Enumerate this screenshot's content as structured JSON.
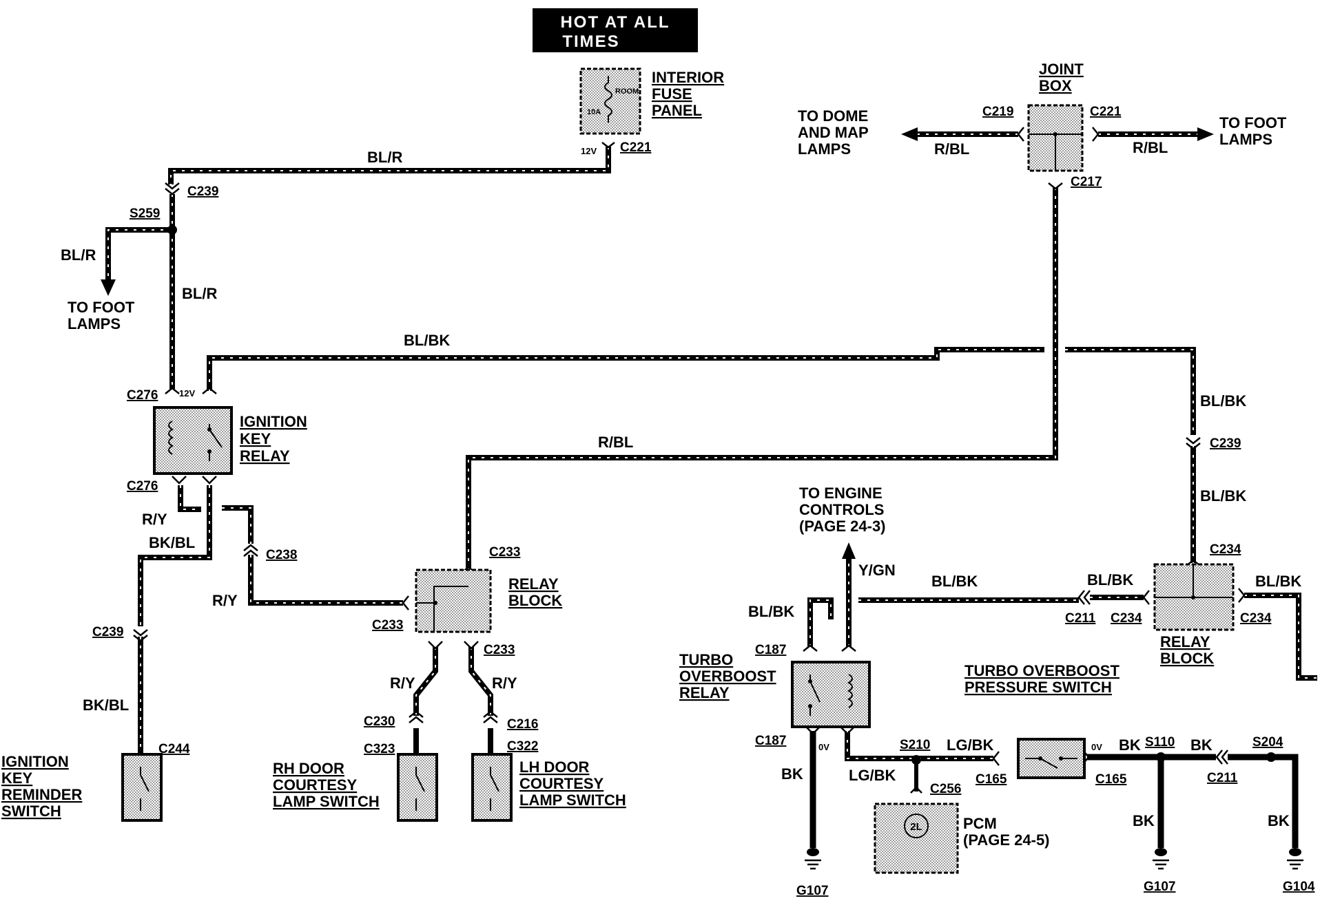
{
  "banner": {
    "line1": "HOT AT ALL",
    "line2": "TIMES"
  },
  "components": {
    "interior_fuse_panel": {
      "lines": [
        "INTERIOR",
        "FUSE",
        "PANEL"
      ],
      "fuse_name": "ROOM",
      "fuse_rating": "10A"
    },
    "joint_box": {
      "lines": [
        "JOINT",
        "BOX"
      ]
    },
    "ignition_key_relay": {
      "lines": [
        "IGNITION",
        "KEY",
        "RELAY"
      ]
    },
    "relay_block_left": {
      "lines": [
        "RELAY",
        "BLOCK"
      ]
    },
    "relay_block_right": {
      "lines": [
        "RELAY",
        "BLOCK"
      ]
    },
    "turbo_overboost_relay": {
      "lines": [
        "TURBO",
        "OVERBOOST",
        "RELAY"
      ]
    },
    "turbo_overboost_pressure_switch": {
      "lines": [
        "TURBO OVERBOOST",
        "PRESSURE SWITCH"
      ]
    },
    "ignition_key_reminder_switch": {
      "lines": [
        "IGNITION",
        "KEY",
        "REMINDER",
        "SWITCH"
      ]
    },
    "rh_door_switch": {
      "lines": [
        "RH DOOR",
        "COURTESY",
        "LAMP SWITCH"
      ]
    },
    "lh_door_switch": {
      "lines": [
        "LH DOOR",
        "COURTESY",
        "LAMP SWITCH"
      ]
    },
    "pcm": {
      "lines": [
        "PCM",
        "(PAGE 24-5)"
      ],
      "symbol": "2L"
    }
  },
  "destinations": {
    "dome_map": [
      "TO DOME",
      "AND MAP",
      "LAMPS"
    ],
    "foot_lamps_right": [
      "TO FOOT",
      "LAMPS"
    ],
    "foot_lamps_left": [
      "TO FOOT",
      "LAMPS"
    ],
    "engine_controls": [
      "TO ENGINE",
      "CONTROLS",
      "(PAGE 24-3)"
    ]
  },
  "wire_colors": {
    "bl_r_top": "BL/R",
    "bl_r_left": "BL/R",
    "bl_r_vert": "BL/R",
    "r_bl_dome": "R/BL",
    "r_bl_foot": "R/BL",
    "bl_bk_top": "BL/BK",
    "r_bl_mid": "R/BL",
    "bl_bk_right1": "BL/BK",
    "bl_bk_right2": "BL/BK",
    "r_y_1": "R/Y",
    "bk_bl_1": "BK/BL",
    "r_y_2": "R/Y",
    "bk_bl_2": "BK/BL",
    "r_y_3": "R/Y",
    "r_y_4": "R/Y",
    "y_gn": "Y/GN",
    "bl_bk_mid": "BL/BK",
    "bl_bk_c211": "BL/BK",
    "bl_bk_c234": "BL/BK",
    "bl_bk_turbo": "BL/BK",
    "bk_g107a": "BK",
    "lg_bk_1": "LG/BK",
    "lg_bk_2": "LG/BK",
    "bk_s110": "BK",
    "bk_c211b": "BK",
    "bk_g107b": "BK",
    "bk_g104": "BK"
  },
  "connectors": {
    "c221_fuse": "C221",
    "c219": "C219",
    "c221_jb": "C221",
    "c217": "C217",
    "c239_top": "C239",
    "s259": "S259",
    "c276_top": "C276",
    "c276_bot": "C276",
    "c238": "C238",
    "c239_left": "C239",
    "c244": "C244",
    "c233_top": "C233",
    "c233_left": "C233",
    "c233_bot": "C233",
    "c230": "C230",
    "c323": "C323",
    "c216": "C216",
    "c322": "C322",
    "c239_right": "C239",
    "c234_top": "C234",
    "c211": "C211",
    "c234_left": "C234",
    "c234_right": "C234",
    "c187_top": "C187",
    "c187_bot": "C187",
    "s210": "S210",
    "c256": "C256",
    "c165_left": "C165",
    "c165_right": "C165",
    "s110": "S110",
    "c211_b": "C211",
    "s204": "S204",
    "g107_a": "G107",
    "g107_b": "G107",
    "g104": "G104"
  },
  "voltages": {
    "v12_fuse": "12V",
    "v12_relay": "12V",
    "v0_turbo": "0V",
    "v0_switch": "0V"
  }
}
